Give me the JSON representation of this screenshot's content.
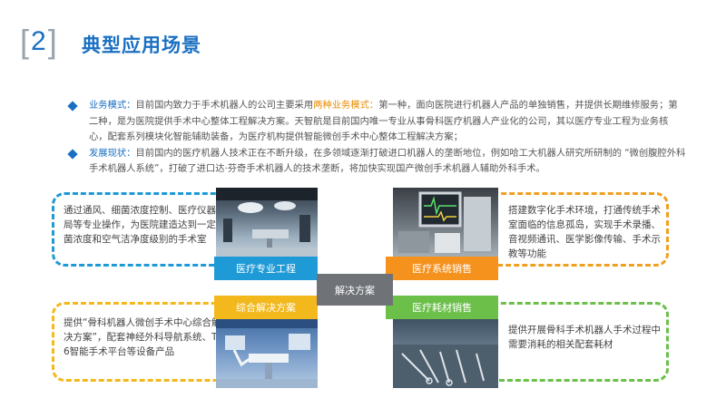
{
  "header": {
    "number": "2",
    "bracket_left": "[",
    "bracket_right": "]",
    "title": "典型应用场景"
  },
  "bullets": [
    {
      "label": "业务模式：",
      "text_a": "目前国内致力于手术机器人的公司主要采用",
      "highlight": "两种业务模式：",
      "text_b": "第一种，面向医院进行机器人产品的单独销售，并提供长期维修服务；第二种，是为医院提供手术中心整体工程解决方案。天智航是目前国内唯一专业从事骨科医疗机器人产业化的公司，其以医疗专业工程为业务核心，配套系列模块化智能辅助装备，为医疗机构提供智能微创手术中心整体工程解决方案；"
    },
    {
      "label": "发展现状：",
      "text": "目前国内的医疗机器人技术正在不断升级，在多领域逐渐打破进口机器人的垄断地位，例如哈工大机器人研究所研制的 “微创腹腔外科手术机器人系统”，打破了进口达·芬奇手术机器人的技术垄断，将加快实现国产微创手术机器人辅助外科手术。"
    }
  ],
  "center_label": "解决方案",
  "quadrants": {
    "top_left": {
      "label": "医疗专业工程",
      "text": "通过通风、细菌浓度控制、医疗仪器布局等专业操作，为医院建造达到一定细菌浓度和空气洁净度级别的手术室"
    },
    "top_right": {
      "label": "医疗系统销售",
      "text": "搭建数字化手术环境，打通传统手术室面临的信息孤岛，实现手术录播、音视频通讯、医学影像传输、手术示教等功能"
    },
    "bottom_left": {
      "label": "综合解决方案",
      "text": "提供“骨科机器人微创手术中心综合解决方案”，配套神经外科导航系统、TC-6智能手术平台等设备产品"
    },
    "bottom_right": {
      "label": "医疗耗材销售",
      "text": "提供开展骨科手术机器人手术过程中需要消耗的相关配套耗材"
    }
  },
  "colors": {
    "blue": "#1e9ad6",
    "orange": "#f5921e",
    "yellow": "#f2b81c",
    "green": "#6cc04a",
    "center": "#6f7378",
    "title": "#1a6fc2"
  }
}
